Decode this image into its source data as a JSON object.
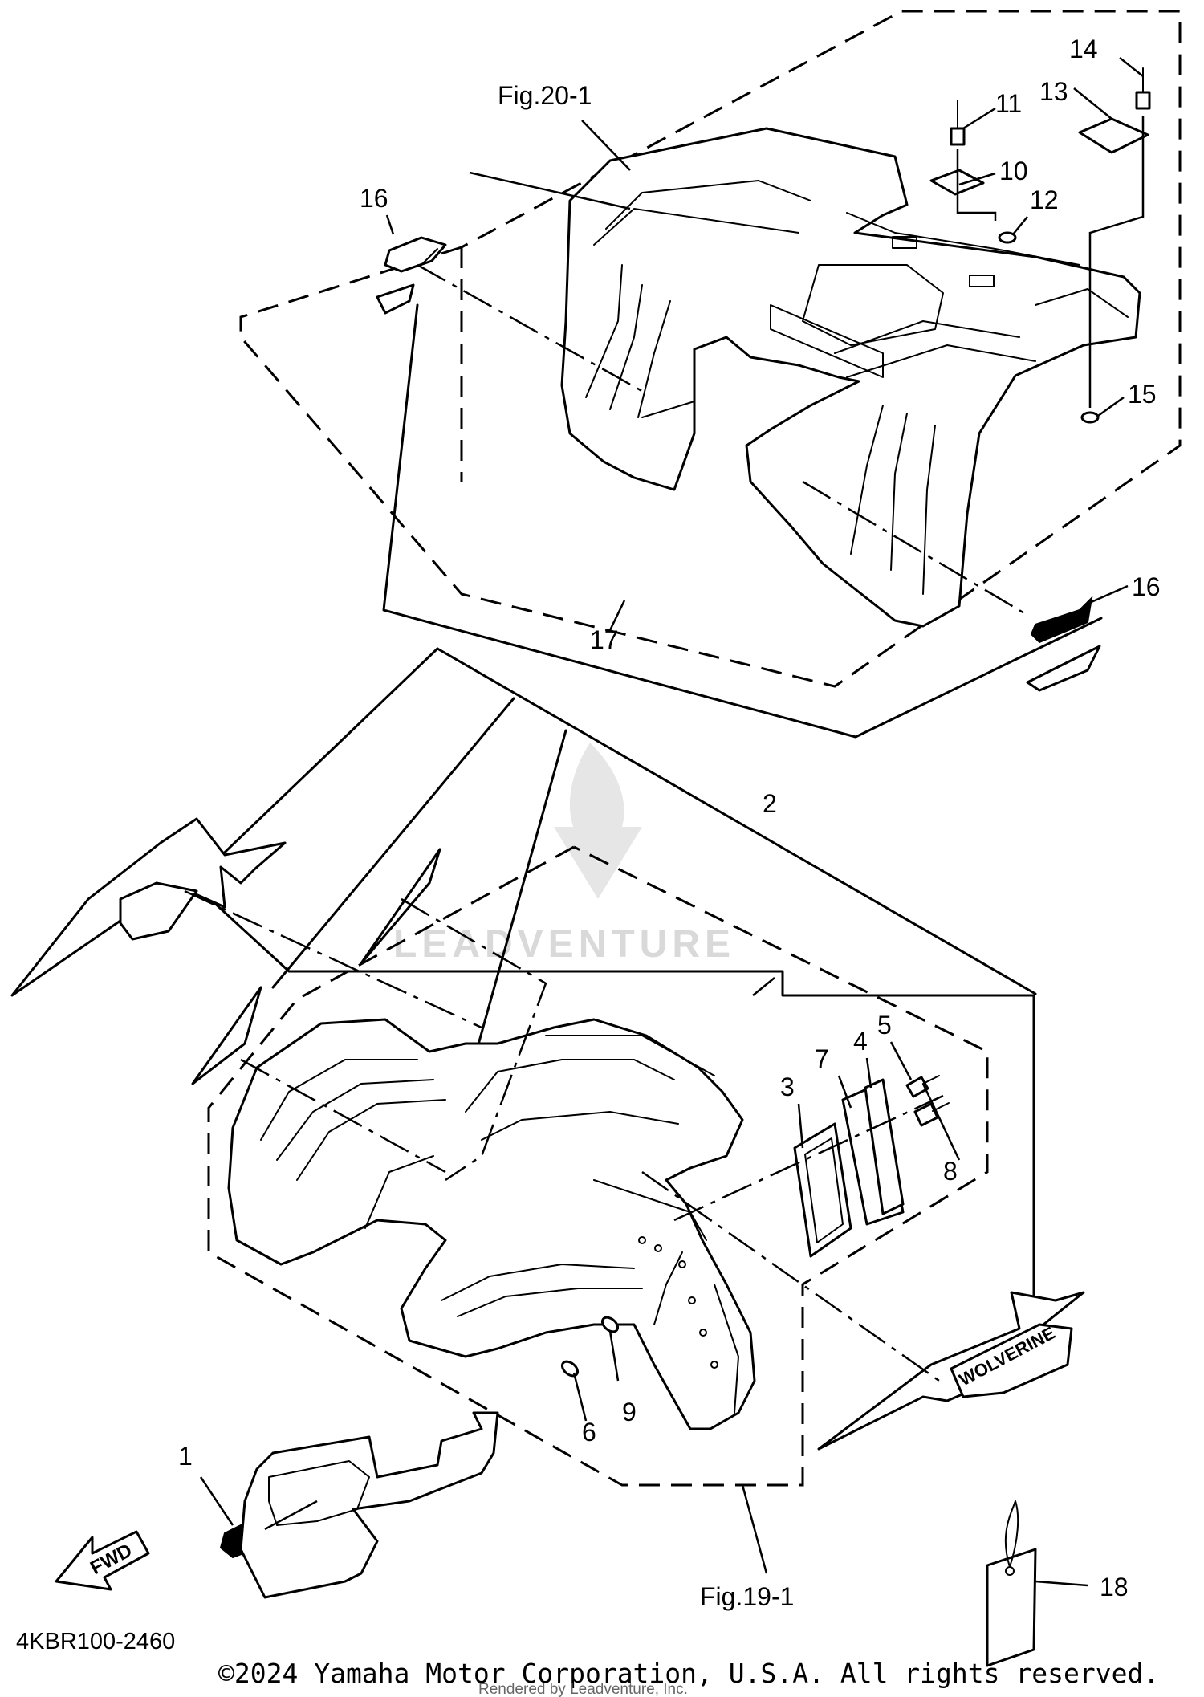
{
  "callouts": [
    {
      "id": "c1",
      "label": "1"
    },
    {
      "id": "c2",
      "label": "2"
    },
    {
      "id": "c3",
      "label": "3"
    },
    {
      "id": "c4",
      "label": "4"
    },
    {
      "id": "c5",
      "label": "5"
    },
    {
      "id": "c6",
      "label": "6"
    },
    {
      "id": "c7",
      "label": "7"
    },
    {
      "id": "c8",
      "label": "8"
    },
    {
      "id": "c9",
      "label": "9"
    },
    {
      "id": "c10",
      "label": "10"
    },
    {
      "id": "c11",
      "label": "11"
    },
    {
      "id": "c12",
      "label": "12"
    },
    {
      "id": "c13",
      "label": "13"
    },
    {
      "id": "c14",
      "label": "14"
    },
    {
      "id": "c15",
      "label": "15"
    },
    {
      "id": "c16a",
      "label": "16"
    },
    {
      "id": "c16b",
      "label": "16"
    },
    {
      "id": "c17",
      "label": "17"
    },
    {
      "id": "c18",
      "label": "18"
    }
  ],
  "figure_refs": {
    "top": "Fig.20-1",
    "bottom": "Fig.19-1"
  },
  "decal_text": {
    "fwd": "FWD",
    "wolverine": "WOLVERINE"
  },
  "diagram_code": "4KBR100-2460",
  "copyright": "©2024 Yamaha Motor Corporation, U.S.A. All rights reserved.",
  "rendered_by": "Rendered by Leadventure, Inc.",
  "watermark": "LEADVENTURE"
}
